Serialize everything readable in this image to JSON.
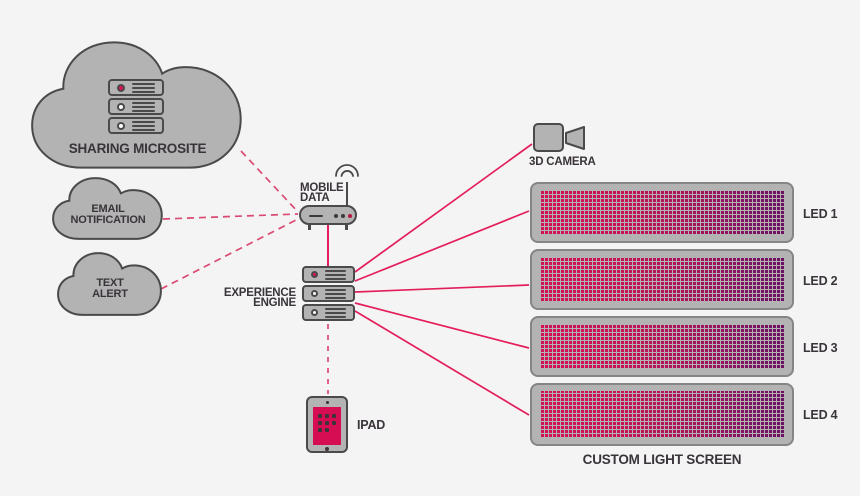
{
  "colors": {
    "background": "#f5f4f4",
    "shape_fill": "#b3b3b3",
    "shape_stroke": "#4a4a4a",
    "label_text": "#39343a",
    "line_solid": "#e31e5b",
    "line_dashed": "#d94b72",
    "accent_red": "#d6134e",
    "ipad_screen": "#d60d52",
    "led_gradient_left": "#d31055",
    "led_gradient_right": "#6e1061"
  },
  "nodes": {
    "sharing_microsite": {
      "label": "SHARING MICROSITE"
    },
    "email_notification": {
      "line1": "EMAIL",
      "line2": "NOTIFICATION"
    },
    "text_alert": {
      "line1": "TEXT",
      "line2": "ALERT"
    },
    "mobile_data": {
      "line1": "MOBILE",
      "line2": "DATA"
    },
    "experience_engine": {
      "line1": "EXPERIENCE",
      "line2": "ENGINE"
    },
    "ipad": {
      "label": "IPAD"
    },
    "camera_3d": {
      "label": "3D CAMERA"
    },
    "custom_light_screen": {
      "label": "CUSTOM LIGHT SCREEN"
    },
    "leds": [
      {
        "label": "LED 1"
      },
      {
        "label": "LED 2"
      },
      {
        "label": "LED 3"
      },
      {
        "label": "LED 4"
      }
    ]
  }
}
